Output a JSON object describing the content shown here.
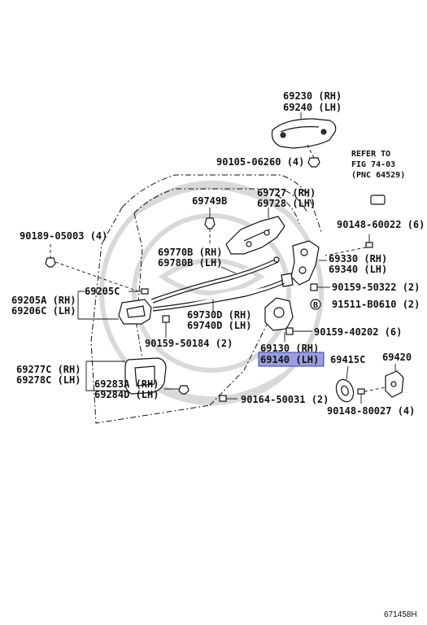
{
  "diagram": {
    "labels": {
      "p69230": "69230 (RH)",
      "p69240": "69240 (LH)",
      "p90105": "90105-06260 (4)",
      "refer1": "REFER TO",
      "refer2": "FIG 74-03",
      "refer3": "(PNC 64529)",
      "p69749": "69749B",
      "p69727": "69727 (RH)",
      "p69728": "69728 (LH)",
      "p90189": "90189-05003 (4)",
      "p90148a": "90148-60022 (6)",
      "p69770": "69770B (RH)",
      "p69780": "69780B (LH)",
      "p69330": "69330 (RH)",
      "p69340": "69340 (LH)",
      "p69205c": "69205C",
      "p69205a": "69205A (RH)",
      "p69206c": "69206C (LH)",
      "p90159a": "90159-50322 (2)",
      "p91511": "91511-B0610 (2)",
      "markB": "B",
      "p69730": "69730D (RH)",
      "p69740": "69740D (LH)",
      "p90159b": "90159-50184 (2)",
      "p90159c": "90159-40202 (6)",
      "p69130": "69130 (RH)",
      "p69140": "69140 (LH)",
      "p69415": "69415C",
      "p69420": "69420",
      "p69277": "69277C (RH)",
      "p69278": "69278C (LH)",
      "p69283": "69283A (RH)",
      "p69284": "69284D (LH)",
      "p90164": "90164-50031 (2)",
      "p90148b": "90148-80027 (4)",
      "diagram_id": "671458H"
    },
    "highlight_color": "#9a9ee0"
  }
}
